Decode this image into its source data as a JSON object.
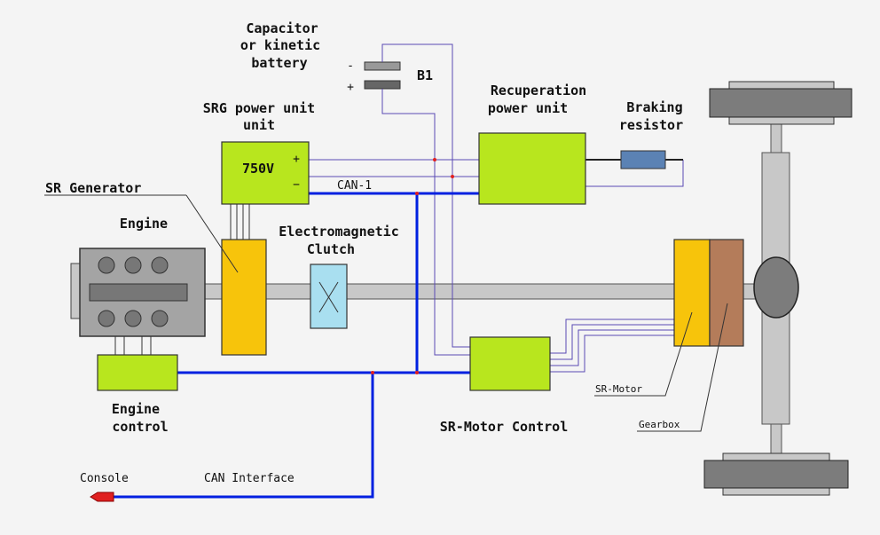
{
  "labels": {
    "capacitor_line1": "Capacitor",
    "capacitor_line2": "or kinetic",
    "capacitor_line3": "battery",
    "cap_minus": "-",
    "cap_plus": "+",
    "b1": "B1",
    "srg_line1": "SRG power unit",
    "srg_line2": "unit",
    "voltage": "750V",
    "srg_plus": "+",
    "srg_minus": "−",
    "can1": "CAN-1",
    "recup_line1": "Recuperation",
    "recup_line2": "power unit",
    "braking_line1": "Braking",
    "braking_line2": "resistor",
    "sr_generator": "SR Generator",
    "engine": "Engine",
    "clutch_line1": "Electromagnetic",
    "clutch_line2": "Clutch",
    "engine_control_line1": "Engine",
    "engine_control_line2": "control",
    "sr_motor_control": "SR-Motor Control",
    "sr_motor": "SR-Motor",
    "gearbox": "Gearbox",
    "console": "Console",
    "can_interface": "CAN Interface"
  },
  "colors": {
    "background": "#f4f4f4",
    "unit_green": "#b8e61e",
    "generator_yellow": "#f7c40b",
    "gearbox_brown": "#b47c5a",
    "clutch_blue": "#a9dff0",
    "resistor_blue": "#5b82b4",
    "can_bus_blue": "#0020e0",
    "wire_purple": "#5a4ab4",
    "shaft_gray": "#c8c8c8",
    "engine_gray": "#a4a4a4",
    "wheel_gray": "#7c7c7c",
    "junction_red": "#e02020"
  }
}
